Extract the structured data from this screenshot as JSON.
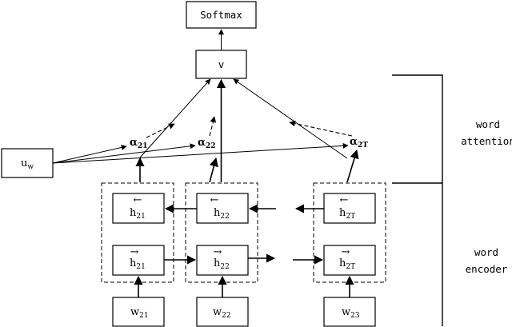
{
  "softmax": "Softmax",
  "v": "v",
  "uw": {
    "base": "u",
    "sub": "w"
  },
  "alphas": [
    {
      "base": "α",
      "sub": "21"
    },
    {
      "base": "α",
      "sub": "22"
    },
    {
      "base": "α",
      "sub": "2T"
    }
  ],
  "h_back": [
    {
      "base": "h",
      "sub": "21"
    },
    {
      "base": "h",
      "sub": "22"
    },
    {
      "base": "h",
      "sub": "2T"
    }
  ],
  "h_fwd": [
    {
      "base": "h",
      "sub": "21"
    },
    {
      "base": "h",
      "sub": "22"
    },
    {
      "base": "h",
      "sub": "2T"
    }
  ],
  "inputs": [
    {
      "base": "w",
      "sub": "21"
    },
    {
      "base": "w",
      "sub": "22"
    },
    {
      "base": "w",
      "sub": "23"
    }
  ],
  "labels": {
    "attention": [
      "word",
      "attention"
    ],
    "encoder": [
      "word",
      "encoder"
    ]
  },
  "arrows": {
    "left": "←",
    "right": "→"
  }
}
